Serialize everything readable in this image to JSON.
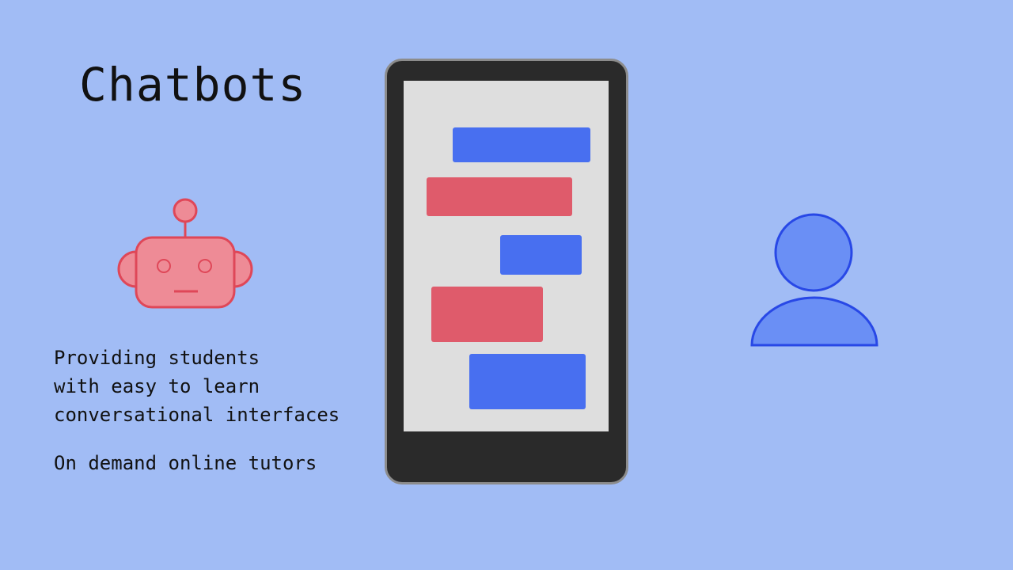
{
  "slide": {
    "title": "Chatbots",
    "description_lines": [
      "Providing students",
      "with easy to learn",
      "conversational interfaces"
    ],
    "description_2": "On demand online tutors"
  },
  "icons": {
    "robot": "robot-icon",
    "phone": "smartphone-chat-icon",
    "person": "person-icon"
  },
  "colors": {
    "background": "#a1bcf5",
    "robot": "#df4758",
    "robot_fill": "#ee8b96",
    "user_bubble": "#486ff0",
    "bot_bubble": "#df5b6b",
    "person": "#2848e6",
    "person_fill": "#6a8ff5"
  }
}
